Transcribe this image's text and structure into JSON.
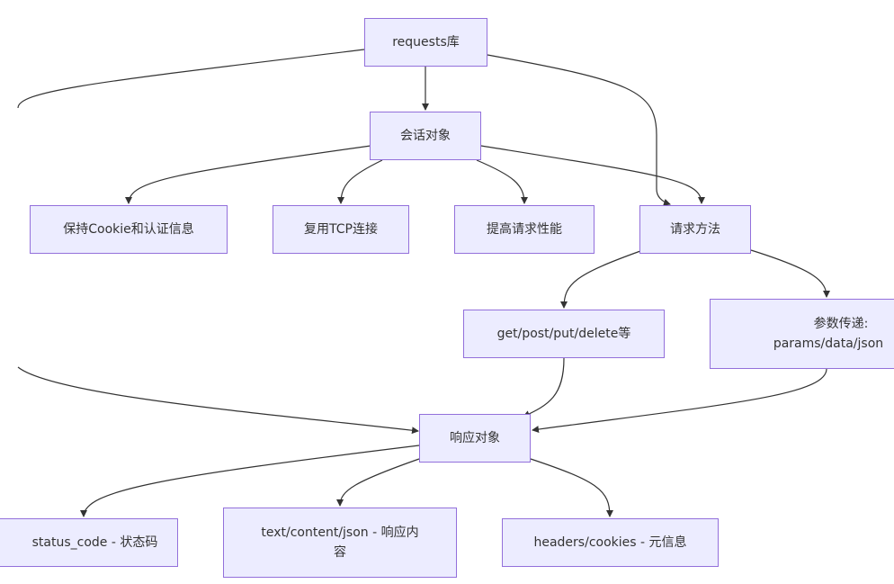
{
  "diagram": {
    "type": "flowchart",
    "nodes": {
      "requests": "requests库",
      "session": "会话对象",
      "keep_cookie": "保持Cookie和认证信息",
      "reuse_tcp": "复用TCP连接",
      "perf": "提高请求性能",
      "methods": "请求方法",
      "get_post": "get/post/put/delete等",
      "params_line1": "参数传递:",
      "params_line2": "params/data/json",
      "response": "响应对象",
      "status_code": "status_code - 状态码",
      "text_line1": "text/content/json - 响应内",
      "text_line2": "容",
      "headers": "headers/cookies - 元信息"
    },
    "edges": [
      [
        "requests",
        "session"
      ],
      [
        "requests",
        "methods"
      ],
      [
        "requests",
        "response"
      ],
      [
        "session",
        "keep_cookie"
      ],
      [
        "session",
        "reuse_tcp"
      ],
      [
        "session",
        "perf"
      ],
      [
        "session",
        "methods"
      ],
      [
        "methods",
        "get_post"
      ],
      [
        "methods",
        "params"
      ],
      [
        "get_post",
        "response"
      ],
      [
        "params",
        "response"
      ],
      [
        "response",
        "status_code"
      ],
      [
        "response",
        "text_content"
      ],
      [
        "response",
        "headers"
      ]
    ],
    "colors": {
      "node_fill": "#ECECFF",
      "node_border": "#9370DB",
      "edge": "#333333",
      "text": "#333333"
    }
  }
}
